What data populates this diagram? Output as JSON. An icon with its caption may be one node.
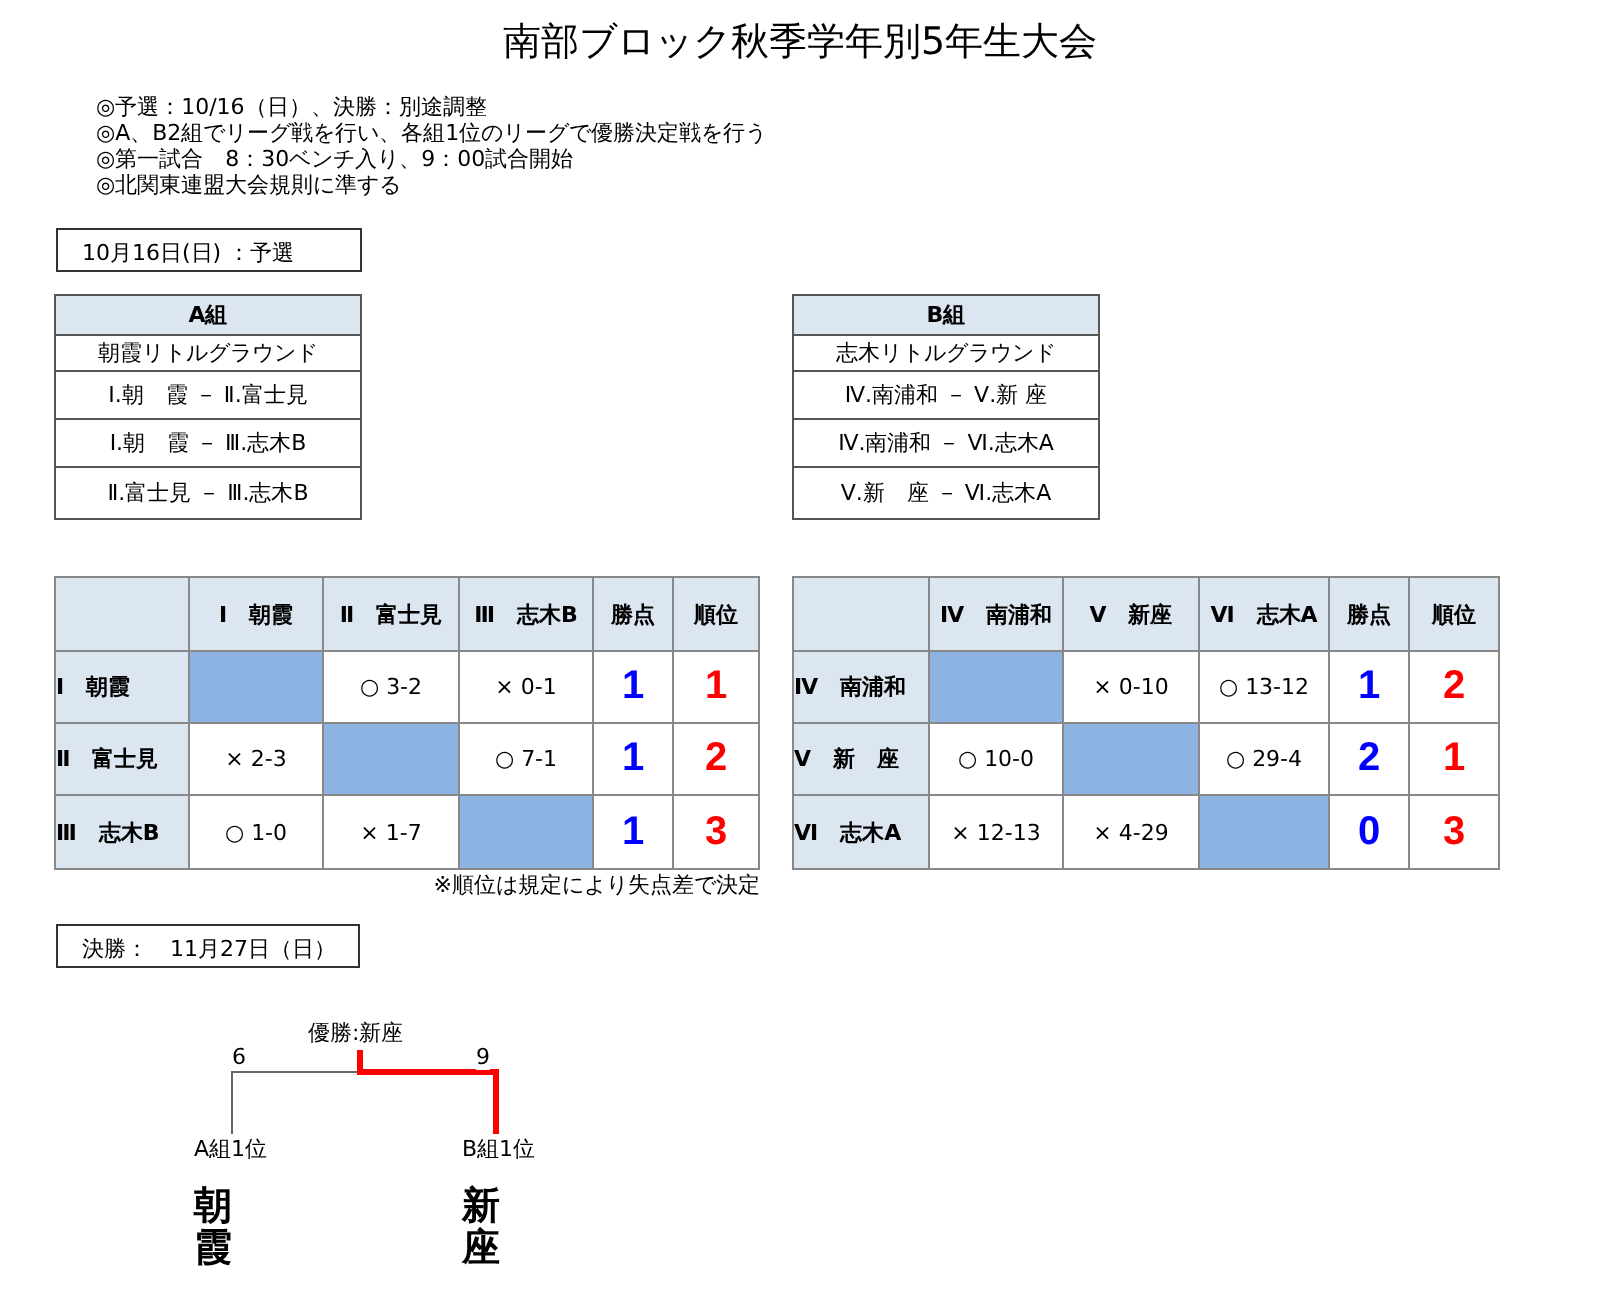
{
  "diagram": {
    "title": "南部ブロック秋季学年別5年生大会",
    "nodes": [
      {
        "text": [
          "優勝:新座"
        ]
      },
      {
        "text": [
          "A組1位",
          "朝霞"
        ]
      },
      {
        "text": [
          "B組1位",
          "新座"
        ]
      }
    ],
    "edges": [
      {
        "from": 1,
        "to": 0,
        "arrow": "none",
        "label": "6"
      },
      {
        "from": 2,
        "to": 0,
        "arrow": "none",
        "label": "9",
        "style": "thick",
        "color": "#ff0000"
      }
    ],
    "labels": [
      "◎予選：10/16（日）、決勝：別途調整",
      "◎A、B2組でリーグ戦を行い、各組1位のリーグで優勝決定戦を行う",
      "◎第一試合　8：30ベンチ入り、9：00試合開始",
      "◎北関東連盟大会規則に準する",
      "10月16日(日) ：予選",
      "A組",
      "朝霞リトルグラウンド",
      "Ⅰ.朝　霞 － Ⅱ.富士見",
      "Ⅰ.朝　霞 － Ⅲ.志木B",
      "Ⅱ.富士見 － Ⅲ.志木B",
      "B組",
      "志木リトルグラウンド",
      "Ⅳ.南浦和 － Ⅴ.新 座",
      "Ⅳ.南浦和 － Ⅵ.志木A",
      "Ⅴ.新　座 － Ⅵ.志木A",
      "Ⅰ　朝霞",
      "Ⅱ　富士見",
      "Ⅲ　志木B",
      "勝点",
      "順位",
      "Ⅰ　朝霞",
      "○ 3-2",
      "× 0-1",
      "1",
      "1",
      "Ⅱ　富士見",
      "× 2-3",
      "○ 7-1",
      "1",
      "2",
      "Ⅲ　志木B",
      "○ 1-0",
      "× 1-7",
      "1",
      "3",
      "Ⅳ　南浦和",
      "Ⅴ　新座",
      "Ⅵ　志木A",
      "勝点",
      "順位",
      "Ⅳ　南浦和",
      "× 0-10",
      "○ 13-12",
      "1",
      "2",
      "Ⅴ　新　座",
      "○ 10-0",
      "○ 29-4",
      "2",
      "1",
      "Ⅵ　志木A",
      "× 12-13",
      "× 4-29",
      "0",
      "3",
      "※順位は規定により失点差で決定",
      "決勝：　11月27日（日）"
    ]
  }
}
